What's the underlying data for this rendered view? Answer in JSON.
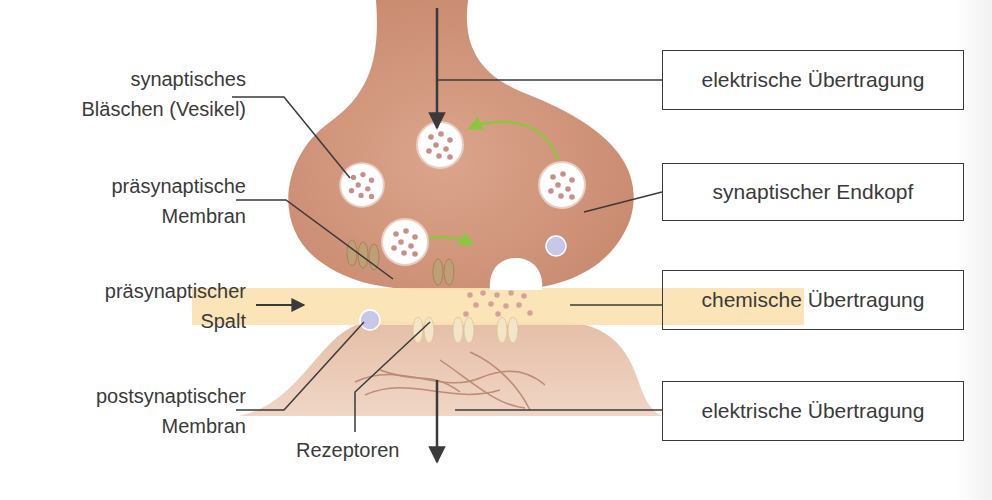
{
  "diagram": {
    "nodes": [
      {
        "text": [
          "elektrische Übertragung"
        ]
      },
      {
        "text": [
          "synaptischer Endkopf"
        ]
      },
      {
        "text": [
          "chemische Übertragung"
        ]
      },
      {
        "text": [
          "elektrische Übertragung"
        ]
      }
    ],
    "labels": [
      "synaptisches Bläschen (Vesikel)",
      "präsynaptische Membran",
      "präsynaptischer Spalt",
      "postsynaptischer Membran",
      "Rezeptoren"
    ]
  }
}
